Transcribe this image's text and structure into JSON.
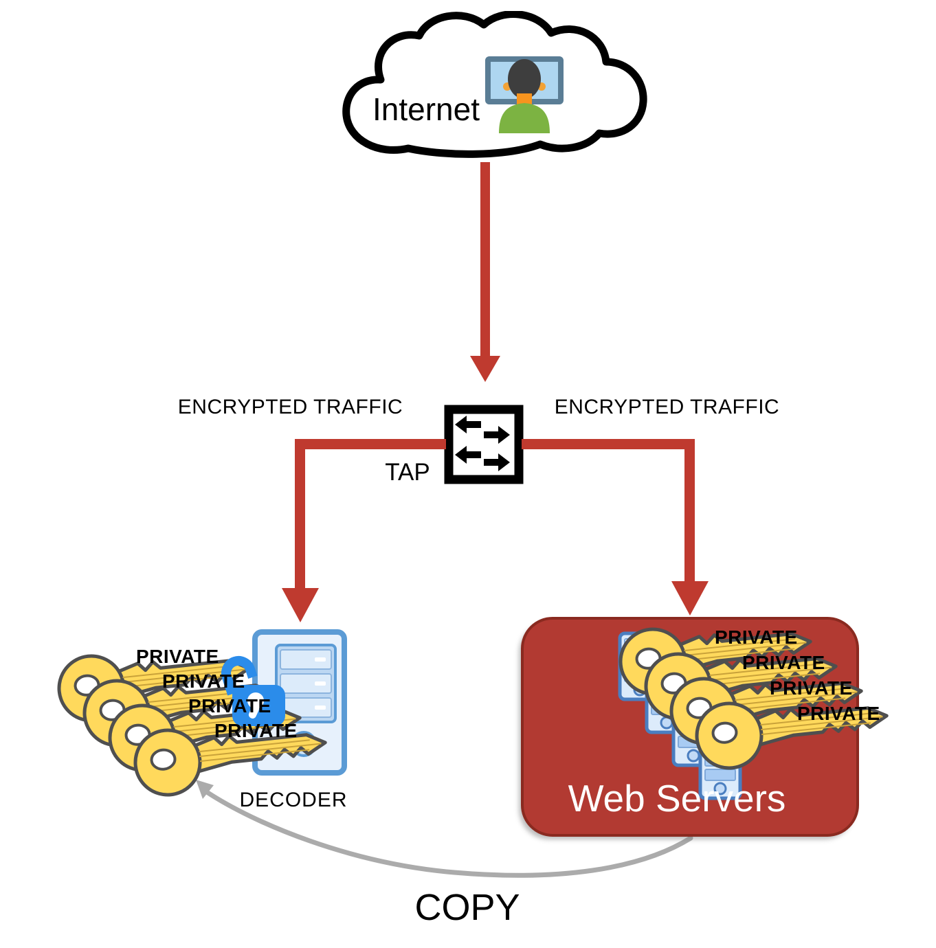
{
  "cloud": {
    "label": "Internet"
  },
  "tap": {
    "label": "TAP"
  },
  "links": {
    "left_label": "ENCRYPTED TRAFFIC",
    "right_label": "ENCRYPTED TRAFFIC",
    "copy_label": "COPY"
  },
  "decoder": {
    "label": "DECODER",
    "keys": [
      "PRIVATE",
      "PRIVATE",
      "PRIVATE",
      "PRIVATE"
    ]
  },
  "web_servers": {
    "label": "Web Servers",
    "keys": [
      "PRIVATE",
      "PRIVATE",
      "PRIVATE",
      "PRIVATE"
    ]
  },
  "colors": {
    "arrow_red": "#bf3a2f",
    "server_box_red": "#b23a32",
    "server_box_border": "#8a2a20",
    "key_yellow": "#ffd95c",
    "key_stroke": "#4f4f4f",
    "key_ridge": "#c9a23a",
    "lock_blue": "#2b8cea",
    "tower_border": "#5b9bd5",
    "tower_fill": "#e7f1fc",
    "copy_gray": "#ababab",
    "label_black": "#000000",
    "web_servers_text": "#ffffff"
  }
}
